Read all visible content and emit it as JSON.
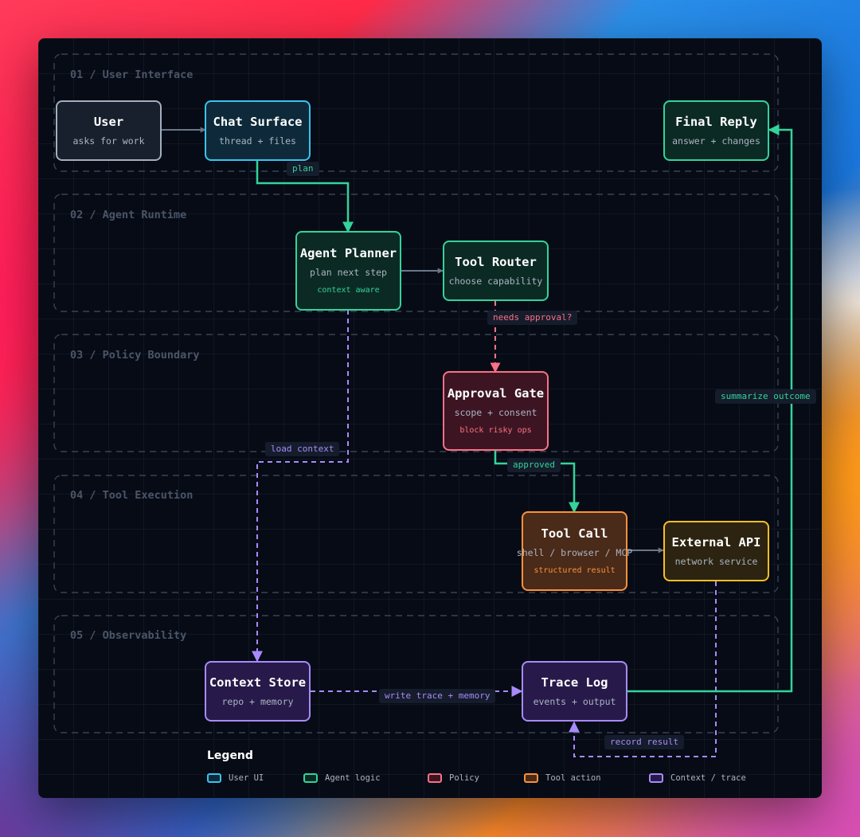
{
  "lanes": [
    "01 / User Interface",
    "02 / Agent Runtime",
    "03 / Policy Boundary",
    "04 / Tool Execution",
    "05 / Observability"
  ],
  "nodes": {
    "user": {
      "title": "User",
      "sub": "asks for work"
    },
    "chat": {
      "title": "Chat Surface",
      "sub": "thread + files"
    },
    "reply": {
      "title": "Final Reply",
      "sub": "answer + changes"
    },
    "planner": {
      "title": "Agent Planner",
      "sub": "plan next step",
      "tag": "context aware"
    },
    "router": {
      "title": "Tool Router",
      "sub": "choose capability"
    },
    "gate": {
      "title": "Approval Gate",
      "sub": "scope + consent",
      "tag": "block risky ops"
    },
    "toolcall": {
      "title": "Tool Call",
      "sub": "shell / browser / MCP",
      "tag": "structured result"
    },
    "api": {
      "title": "External API",
      "sub": "network service"
    },
    "context": {
      "title": "Context Store",
      "sub": "repo + memory"
    },
    "trace": {
      "title": "Trace Log",
      "sub": "events + output"
    }
  },
  "edge_labels": {
    "plan": "plan",
    "needs_approval": "needs approval?",
    "load_context": "load context",
    "approved": "approved",
    "summarize": "summarize outcome",
    "write_trace": "write trace + memory",
    "record": "record result"
  },
  "legend": {
    "title": "Legend",
    "items": [
      {
        "label": "User UI",
        "color": "#38c4ef"
      },
      {
        "label": "Agent logic",
        "color": "#34d399"
      },
      {
        "label": "Policy",
        "color": "#fb7185"
      },
      {
        "label": "Tool action",
        "color": "#fb923c"
      },
      {
        "label": "Context / trace",
        "color": "#a78bfa"
      }
    ]
  },
  "colors": {
    "user_ui": "#38c4ef",
    "agent": "#34d399",
    "policy": "#fb7185",
    "tool": "#fb923c",
    "context": "#a78bfa",
    "external": "#fbbf24",
    "neutral": "#94a3b8"
  }
}
